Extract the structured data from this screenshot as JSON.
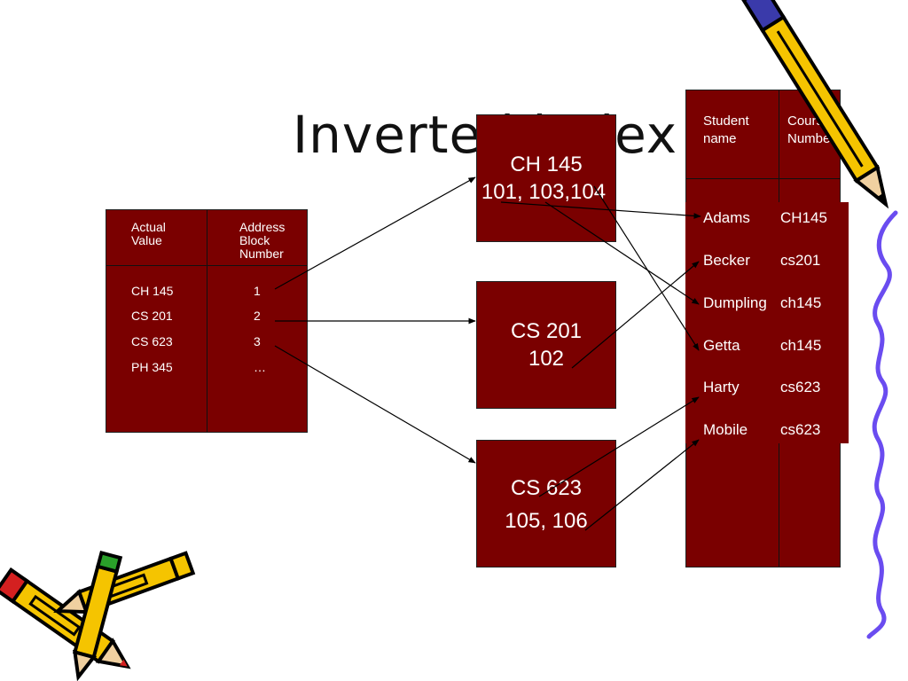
{
  "slide": {
    "title": "Inverted index"
  },
  "index_table": {
    "headers": [
      "Actual Value",
      "Address Block Number"
    ],
    "rows": [
      {
        "value": "CH 145",
        "block": "1"
      },
      {
        "value": "CS 201",
        "block": "2"
      },
      {
        "value": "CS 623",
        "block": "3"
      },
      {
        "value": "PH 345",
        "block": "…"
      }
    ]
  },
  "blocks": [
    {
      "title": "CH 145",
      "records": "101, 103,104"
    },
    {
      "title": "CS 201",
      "records": "102"
    },
    {
      "title": "CS 623",
      "records": "105, 106"
    }
  ],
  "student_table": {
    "headers": [
      "Student name",
      "Course Number"
    ],
    "rows": [
      {
        "name": "Adams",
        "course": "CH145"
      },
      {
        "name": "Becker",
        "course": "cs201"
      },
      {
        "name": "Dumpling",
        "course": "ch145"
      },
      {
        "name": "Getta",
        "course": "ch145"
      },
      {
        "name": "Harty",
        "course": "cs623"
      },
      {
        "name": "Mobile",
        "course": "cs623"
      }
    ]
  },
  "colors": {
    "table_fill": "#7a0000",
    "text": "#ffffff",
    "arrow": "#000000",
    "squiggle": "#6a4cf0"
  },
  "decorations": [
    "pencil-icon",
    "crossed-pencils-icon",
    "squiggle-line"
  ]
}
